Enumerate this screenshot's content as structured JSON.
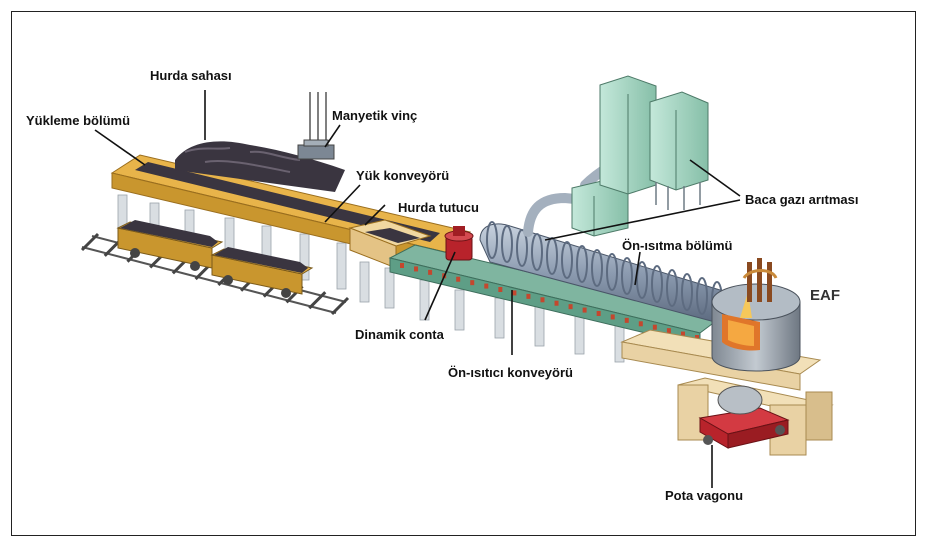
{
  "diagram": {
    "labels": {
      "scrap_yard": "Hurda sahası",
      "loading_section": "Yükleme bölümü",
      "magnetic_crane": "Manyetik vinç",
      "load_conveyor": "Yük konveyörü",
      "scrap_holder": "Hurda tutucu",
      "flue_gas_treatment": "Baca gazı arıtması",
      "preheating_section": "Ön-ısıtma bölümü",
      "eaf": "EAF",
      "dynamic_seal": "Dinamik conta",
      "preheater_conveyor": "Ön-ısıtıcı konveyörü",
      "ladle_car": "Pota vagonu"
    },
    "colors": {
      "conveyor_yellow": "#E8B44A",
      "preheater_green": "#5E9E86",
      "tunnel_gray": "#8C9BB0",
      "filter_green": "#A8D8C4",
      "eaf_gray": "#9AA4AE",
      "ladle_red": "#B8232B",
      "scrap_dark": "#3A3540",
      "base_tan": "#E9D2A4",
      "support_white": "#D9DEE2"
    }
  }
}
